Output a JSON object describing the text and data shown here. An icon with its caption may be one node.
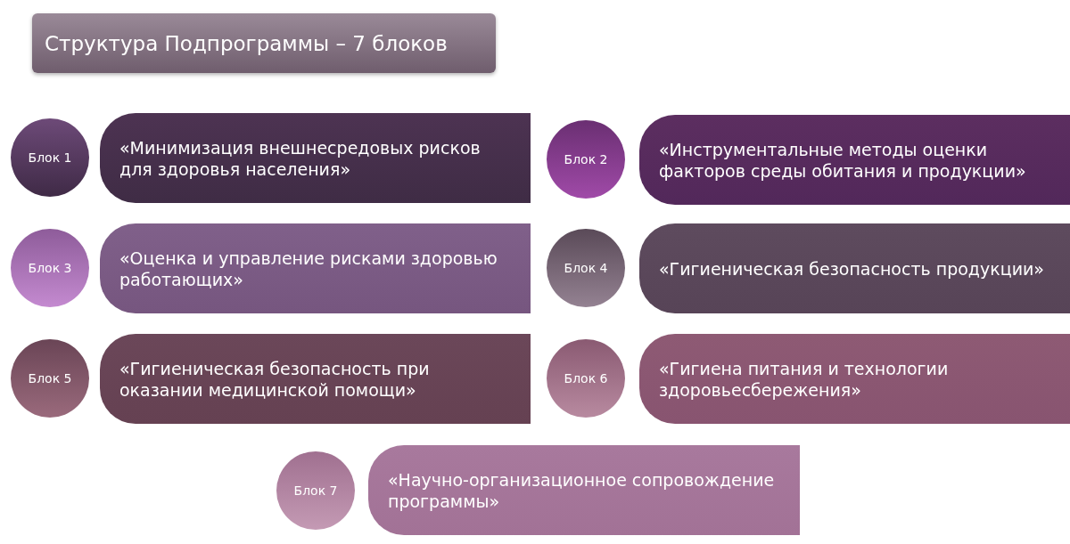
{
  "diagram": {
    "title": "Структура Подпрограммы – 7 блоков",
    "nodes": [
      {
        "text": [
          "Блок 1"
        ]
      },
      {
        "text": [
          "«Минимизация внешнесредовых рисков для здоровья населения»"
        ]
      },
      {
        "text": [
          "Блок 2"
        ]
      },
      {
        "text": [
          "«Инструментальные методы оценки факторов среды обитания и продукции»"
        ]
      },
      {
        "text": [
          "Блок 3"
        ]
      },
      {
        "text": [
          "«Оценка и управление рисками здоровью работающих»"
        ]
      },
      {
        "text": [
          "Блок 4"
        ]
      },
      {
        "text": [
          "«Гигиеническая безопасность продукции»"
        ]
      },
      {
        "text": [
          "Блок 5"
        ]
      },
      {
        "text": [
          "«Гигиеническая безопасность при оказании медицинской помощи»"
        ]
      },
      {
        "text": [
          "Блок 6"
        ]
      },
      {
        "text": [
          "«Гигиена питания и технологии здоровьесбережения»"
        ]
      },
      {
        "text": [
          "Блок 7"
        ]
      },
      {
        "text": [
          "«Научно-организационное сопровождение программы»"
        ]
      }
    ],
    "edges": []
  }
}
